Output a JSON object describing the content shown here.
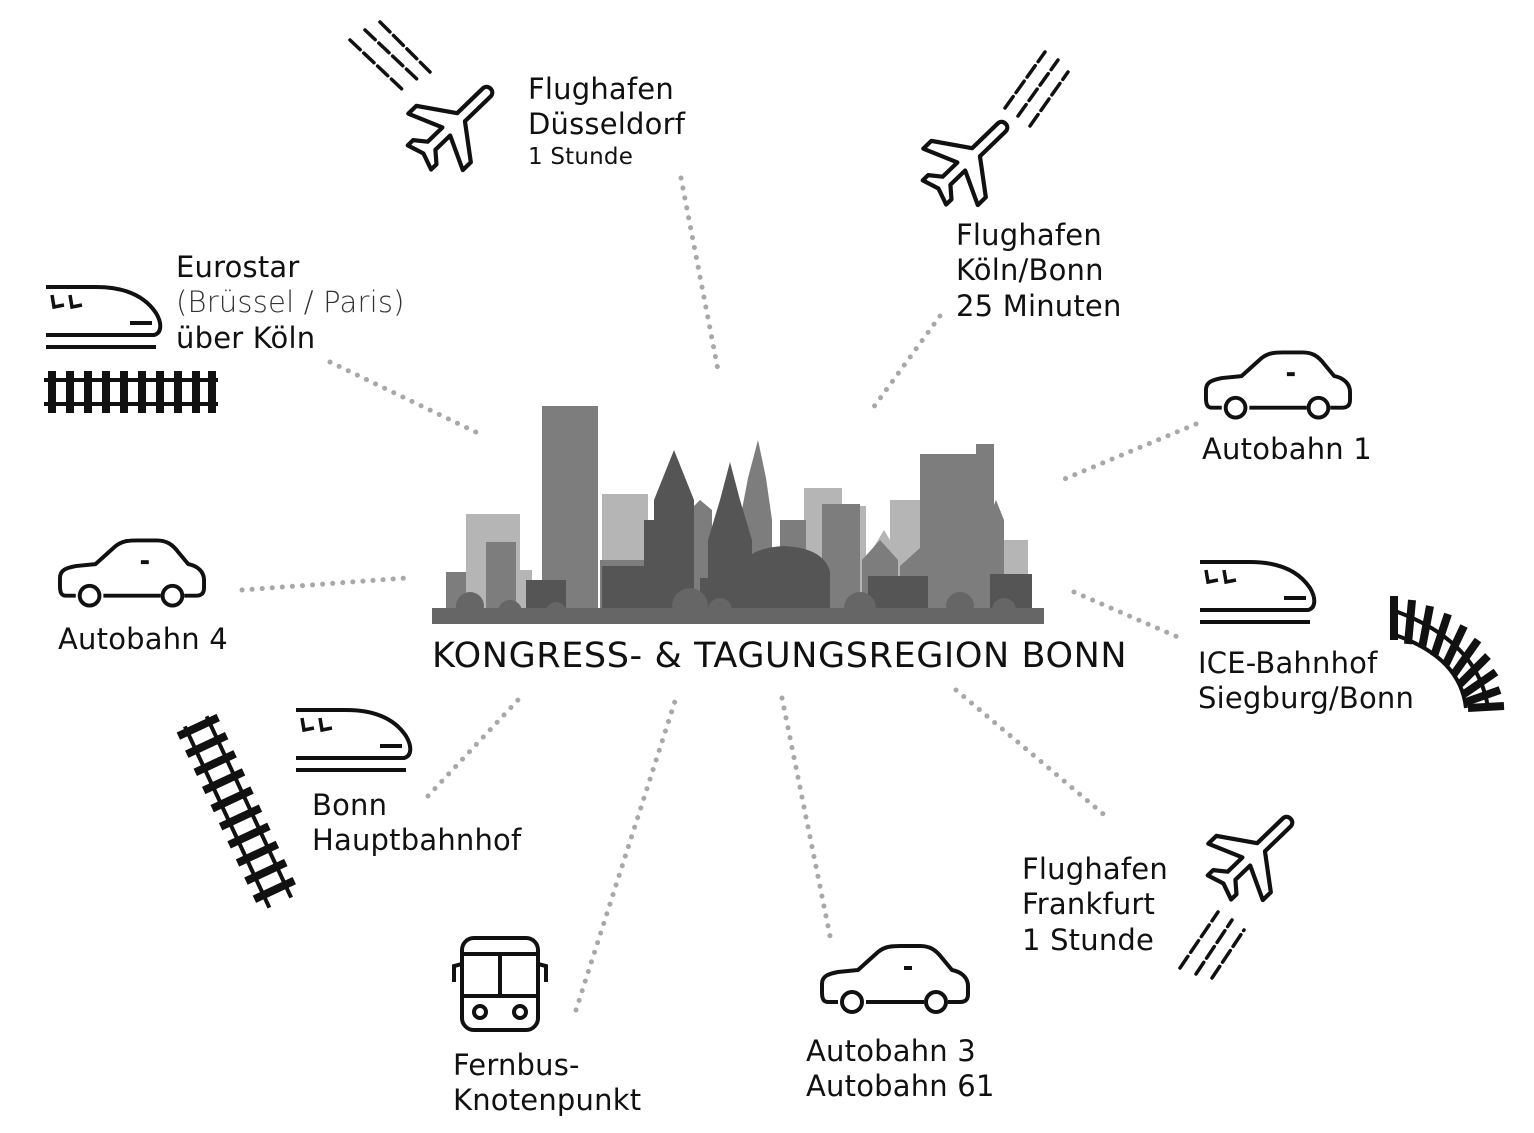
{
  "title": "KONGRESS- & TAGUNGSREGION BONN",
  "colors": {
    "icon": "#111111",
    "dots": "#a8a8a8",
    "skyline_dark": "#555555",
    "skyline_mid": "#7d7d7d",
    "skyline_light": "#b5b5b5"
  },
  "destinations": {
    "duesseldorf": {
      "icon": "airplane-icon",
      "line1": "Flughafen",
      "line2": "Düsseldorf",
      "line3": "1 Stunde"
    },
    "koeln_bonn": {
      "icon": "airplane-icon",
      "line1": "Flughafen",
      "line2": "Köln/Bonn",
      "line3": "25 Minuten"
    },
    "eurostar": {
      "icon": "high-speed-train-icon",
      "line1": "Eurostar",
      "line2": "(Brüssel / Paris)",
      "line3": "über Köln"
    },
    "autobahn1": {
      "icon": "car-icon",
      "line1": "Autobahn 1"
    },
    "autobahn4": {
      "icon": "car-icon",
      "line1": "Autobahn 4"
    },
    "ice_siegburg": {
      "icon": "high-speed-train-icon",
      "line1": "ICE-Bahnhof",
      "line2": "Siegburg/Bonn"
    },
    "bonn_hbf": {
      "icon": "high-speed-train-icon",
      "line1": "Bonn",
      "line2": "Hauptbahnhof"
    },
    "frankfurt": {
      "icon": "airplane-icon",
      "line1": "Flughafen",
      "line2": "Frankfurt",
      "line3": "1 Stunde"
    },
    "fernbus": {
      "icon": "bus-icon",
      "line1": "Fernbus-",
      "line2": "Knotenpunkt"
    },
    "autobahn3_61": {
      "icon": "car-icon",
      "line1": "Autobahn 3",
      "line2": "Autobahn 61"
    }
  }
}
